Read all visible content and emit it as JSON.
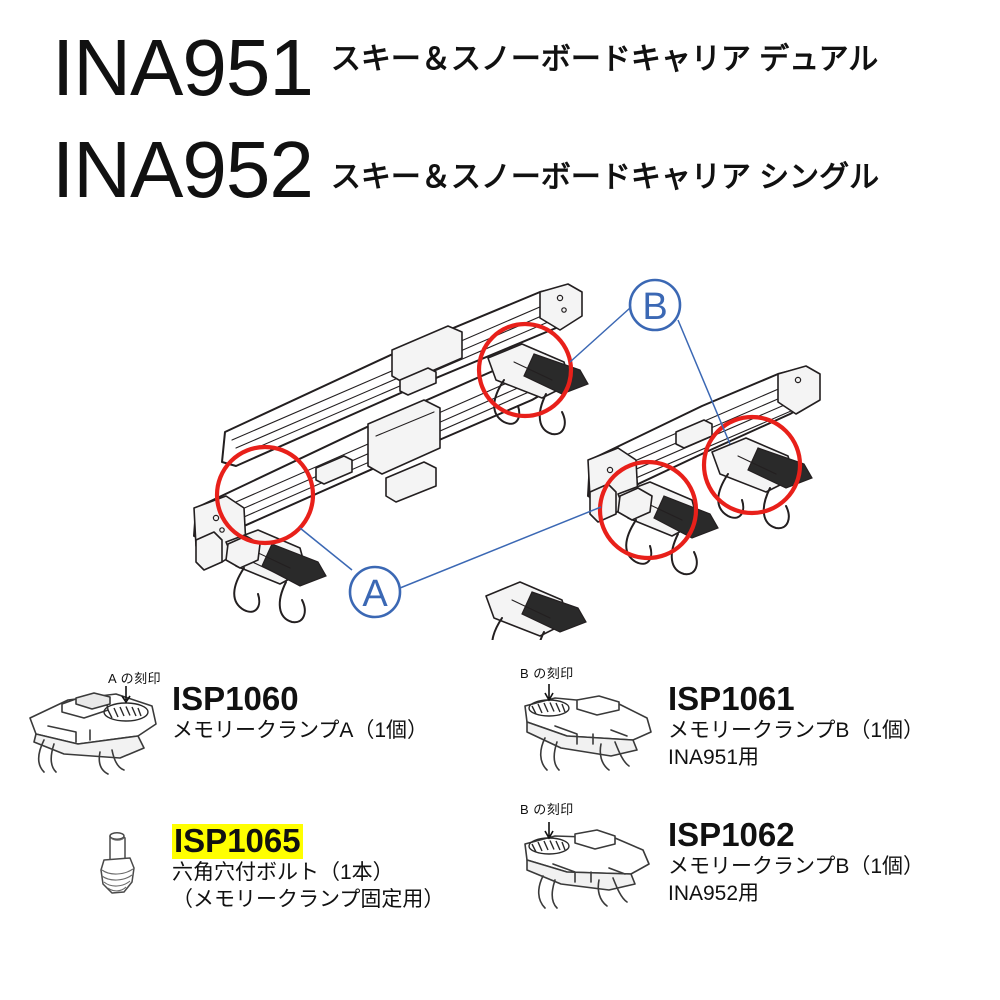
{
  "header": {
    "rows": [
      {
        "code": "INA951",
        "desc": "スキー＆スノーボードキャリア デュアル"
      },
      {
        "code": "INA952",
        "desc": "スキー＆スノーボードキャリア シングル"
      }
    ]
  },
  "illustration": {
    "callouts": [
      {
        "id": "A",
        "label": "A"
      },
      {
        "id": "B",
        "label": "B"
      }
    ],
    "colors": {
      "highlight_circle": "#E8201A",
      "callout_blue": "#3B68B4",
      "line_art": "#231f20"
    },
    "highlight_count": 4
  },
  "parts": [
    {
      "code": "ISP1060",
      "highlighted": false,
      "stamp": "A の刻印",
      "lines": [
        "メモリークランプA（1個）"
      ]
    },
    {
      "code": "ISP1065",
      "highlighted": true,
      "stamp": "",
      "lines": [
        "六角穴付ボルト（1本）",
        "（メモリークランプ固定用）"
      ]
    },
    {
      "code": "ISP1061",
      "highlighted": false,
      "stamp": "B の刻印",
      "lines": [
        "メモリークランプB（1個）",
        "INA951用"
      ]
    },
    {
      "code": "ISP1062",
      "highlighted": false,
      "stamp": "B の刻印",
      "lines": [
        "メモリークランプB（1個）",
        "INA952用"
      ]
    }
  ]
}
